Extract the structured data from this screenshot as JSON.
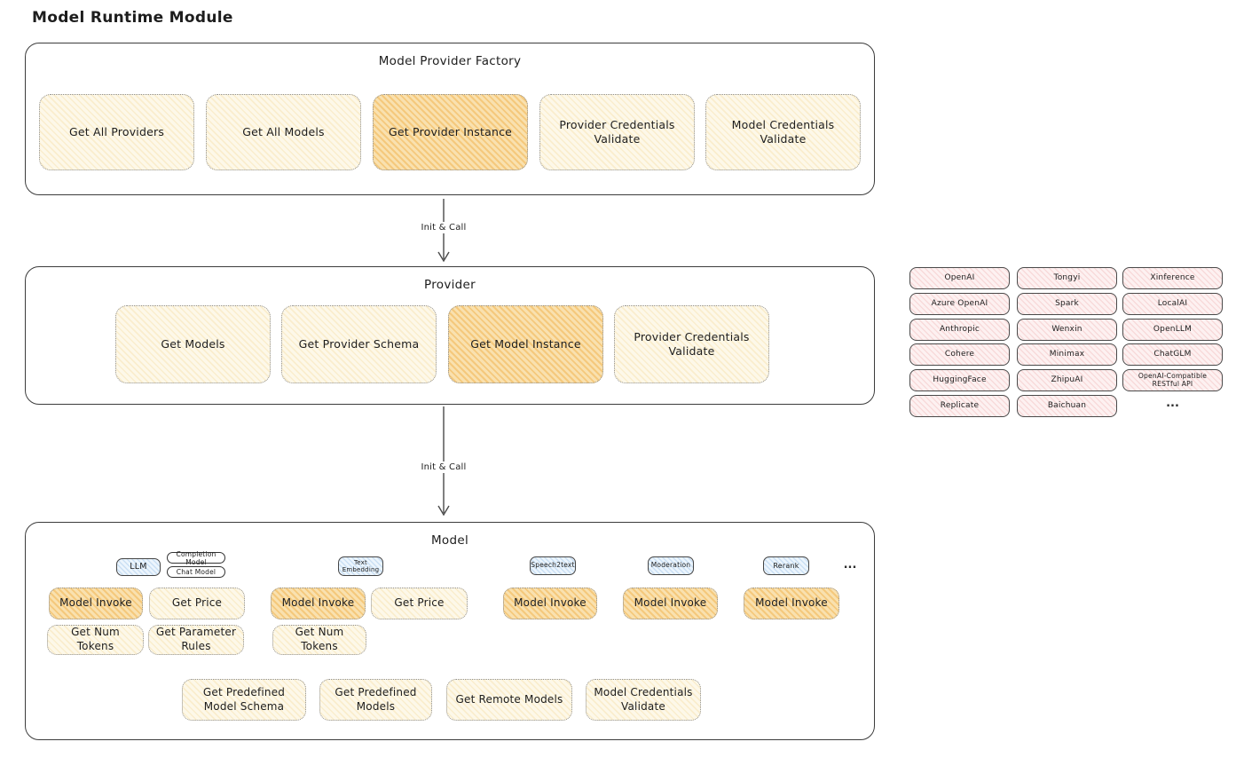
{
  "page_title": "Model Runtime Module",
  "colors": {
    "node_yellow": "#fdf8e9",
    "node_yellow_highlight": "#f8e2b4",
    "provider_pink": "#fdf1f1",
    "tab_blue": "#ecf5fd",
    "border_dark": "#3c3c3c"
  },
  "factory": {
    "title": "Model Provider Factory",
    "buttons": [
      {
        "label": "Get All Providers",
        "highlight": false
      },
      {
        "label": "Get All Models",
        "highlight": false
      },
      {
        "label": "Get Provider Instance",
        "highlight": true
      },
      {
        "label": "Provider Credentials Validate",
        "highlight": false
      },
      {
        "label": "Model Credentials Validate",
        "highlight": false
      }
    ]
  },
  "arrow1_label": "Init & Call",
  "arrow2_label": "Init & Call",
  "provider": {
    "title": "Provider",
    "buttons": [
      {
        "label": "Get Models",
        "highlight": false
      },
      {
        "label": "Get Provider Schema",
        "highlight": false
      },
      {
        "label": "Get Model Instance",
        "highlight": true
      },
      {
        "label": "Provider Credentials Validate",
        "highlight": false
      }
    ]
  },
  "providers": {
    "col1": [
      "OpenAI",
      "Azure OpenAI",
      "Anthropic",
      "Cohere",
      "HuggingFace",
      "Replicate"
    ],
    "col2": [
      "Tongyi",
      "Spark",
      "Wenxin",
      "Minimax",
      "ZhipuAI",
      "Baichuan"
    ],
    "col3": [
      "Xinference",
      "LocalAI",
      "OpenLLM",
      "ChatGLM",
      "OpenAI-Compatible RESTful API"
    ],
    "more": "..."
  },
  "model": {
    "title": "Model",
    "tabs": {
      "llm": "LLM",
      "completion": "Completion Model",
      "chat": "Chat Model",
      "text_embedding": "Text Embedding",
      "speech2text": "Speech2text",
      "moderation": "Moderation",
      "rerank": "Rerank",
      "more": "..."
    },
    "row1": [
      "Model Invoke",
      "Get Price",
      "Model Invoke",
      "Get Price",
      "Model Invoke",
      "Model Invoke",
      "Model Invoke"
    ],
    "row2": [
      "Get Num Tokens",
      "Get Parameter Rules",
      "Get Num Tokens"
    ],
    "row3": [
      "Get Predefined Model Schema",
      "Get Predefined Models",
      "Get Remote Models",
      "Model Credentials Validate"
    ]
  }
}
